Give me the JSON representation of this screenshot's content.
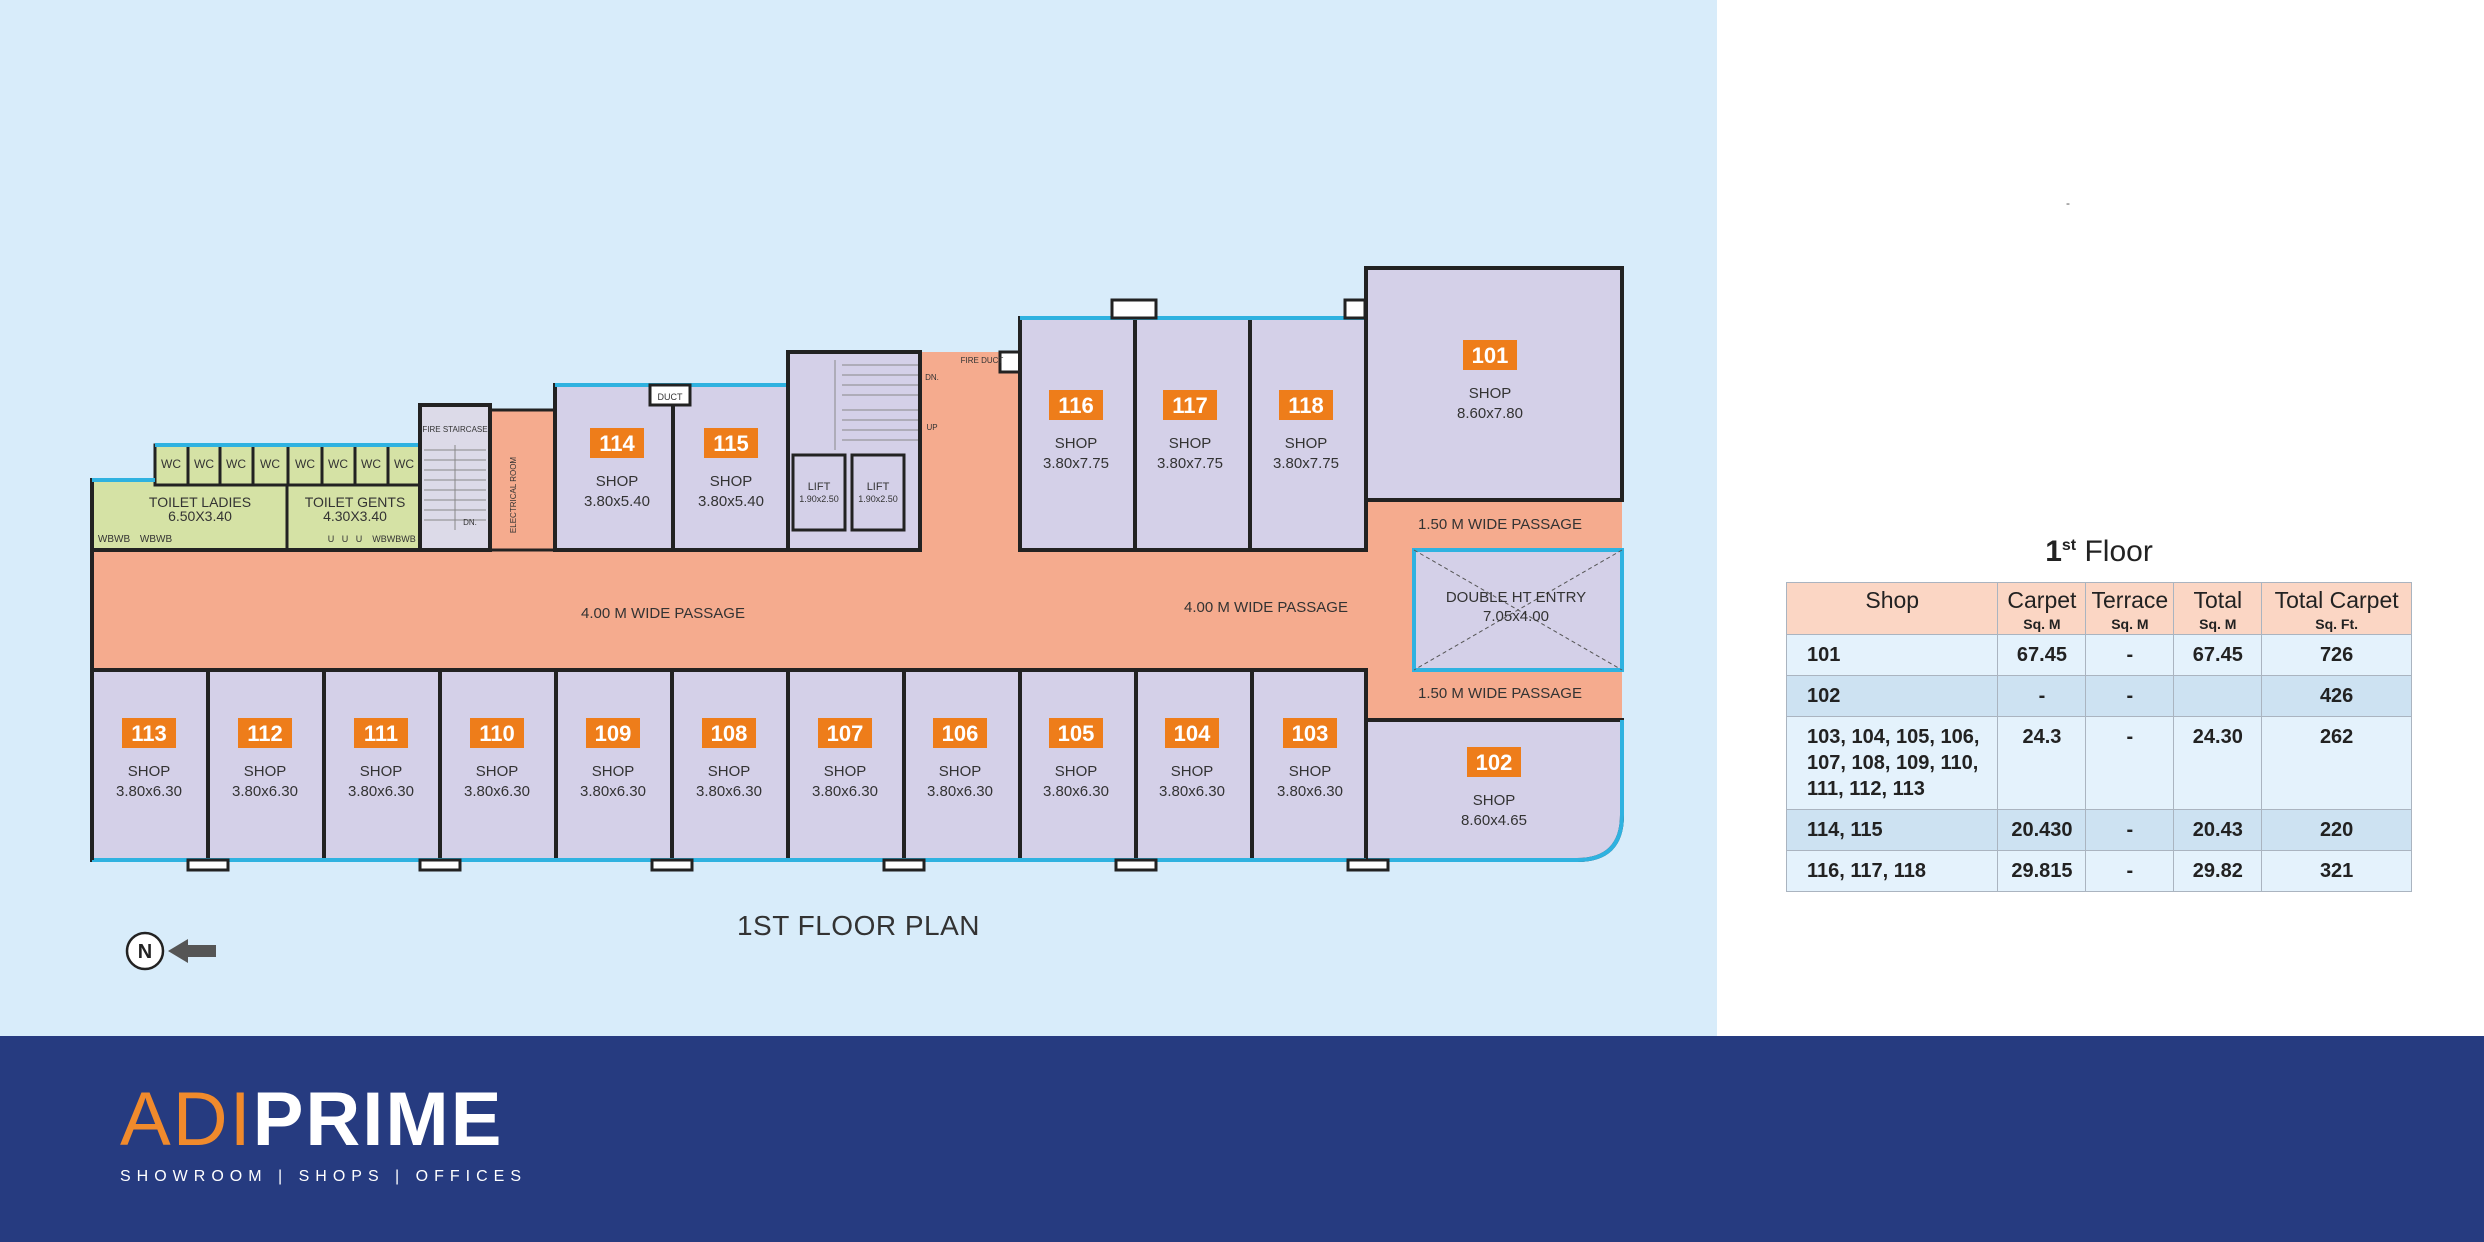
{
  "plan": {
    "title": "1ST FLOOR PLAN",
    "shops": [
      {
        "no": "101",
        "label": "SHOP",
        "size": "8.60x7.80"
      },
      {
        "no": "102",
        "label": "SHOP",
        "size": "8.60x4.65"
      },
      {
        "no": "103",
        "label": "SHOP",
        "size": "3.80x6.30"
      },
      {
        "no": "104",
        "label": "SHOP",
        "size": "3.80x6.30"
      },
      {
        "no": "105",
        "label": "SHOP",
        "size": "3.80x6.30"
      },
      {
        "no": "106",
        "label": "SHOP",
        "size": "3.80x6.30"
      },
      {
        "no": "107",
        "label": "SHOP",
        "size": "3.80x6.30"
      },
      {
        "no": "108",
        "label": "SHOP",
        "size": "3.80x6.30"
      },
      {
        "no": "109",
        "label": "SHOP",
        "size": "3.80x6.30"
      },
      {
        "no": "110",
        "label": "SHOP",
        "size": "3.80x6.30"
      },
      {
        "no": "111",
        "label": "SHOP",
        "size": "3.80x6.30"
      },
      {
        "no": "112",
        "label": "SHOP",
        "size": "3.80x6.30"
      },
      {
        "no": "113",
        "label": "SHOP",
        "size": "3.80x6.30"
      },
      {
        "no": "114",
        "label": "SHOP",
        "size": "3.80x5.40"
      },
      {
        "no": "115",
        "label": "SHOP",
        "size": "3.80x5.40"
      },
      {
        "no": "116",
        "label": "SHOP",
        "size": "3.80x7.75"
      },
      {
        "no": "117",
        "label": "SHOP",
        "size": "3.80x7.75"
      },
      {
        "no": "118",
        "label": "SHOP",
        "size": "3.80x7.75"
      }
    ],
    "labels": {
      "passage_main_left": "4.00 M WIDE PASSAGE",
      "passage_main_right": "4.00 M WIDE PASSAGE",
      "passage_top": "1.50 M WIDE PASSAGE",
      "passage_bottom": "1.50 M WIDE PASSAGE",
      "entry_title": "DOUBLE HT ENTRY",
      "entry_size": "7.05x4.00",
      "toilet_ladies": "TOILET LADIES",
      "toilet_ladies_size": "6.50X3.40",
      "toilet_gents": "TOILET GENTS",
      "toilet_gents_size": "4.30X3.40",
      "wc": "WC",
      "wb_left": "WBWB",
      "wb_left2": "WBWB",
      "wb_right": "WBWBWB",
      "urinal": "U",
      "fire_staircase": "FIRE STAIRCASE",
      "electrical_room": "ELECTRICAL ROOM",
      "lift": "LIFT",
      "lift_size": "1.90x2.50",
      "duct": "DUCT",
      "fire_duct": "FIRE DUCT",
      "dn": "DN.",
      "up": "UP",
      "north": "N"
    }
  },
  "table": {
    "heading_num": "1",
    "heading_sup": "st",
    "heading_word": "Floor",
    "columns": [
      {
        "label": "Shop",
        "unit": ""
      },
      {
        "label": "Carpet",
        "unit": "Sq. M"
      },
      {
        "label": "Terrace",
        "unit": "Sq. M"
      },
      {
        "label": "Total",
        "unit": "Sq. M"
      },
      {
        "label": "Total Carpet",
        "unit": "Sq. Ft."
      }
    ],
    "rows": [
      {
        "shop": "101",
        "carpet": "67.45",
        "terrace": "-",
        "total": "67.45",
        "total_carpet": "726"
      },
      {
        "shop": "102",
        "carpet": "-",
        "terrace": "-",
        "total": "",
        "total_carpet": "426"
      },
      {
        "shop": "103, 104, 105, 106, 107, 108, 109, 110, 111, 112, 113",
        "carpet": "24.3",
        "terrace": "-",
        "total": "24.30",
        "total_carpet": "262"
      },
      {
        "shop": "114, 115",
        "carpet": "20.430",
        "terrace": "-",
        "total": "20.43",
        "total_carpet": "220"
      },
      {
        "shop": "116, 117, 118",
        "carpet": "29.815",
        "terrace": "-",
        "total": "29.82",
        "total_carpet": "321"
      }
    ]
  },
  "brand": {
    "name_part1": "ADI",
    "name_part2": "PRIME",
    "tagline": "SHOWROOM | SHOPS | OFFICES"
  },
  "colors": {
    "background": "#d8ecfa",
    "shop_fill": "#d4d0e8",
    "passage_fill": "#f5ab8e",
    "toilet_fill": "#d5e2a5",
    "shop_number_bg": "#ee7d1a",
    "wall": "#222222",
    "glazing": "#2fb2e0",
    "footer": "#263b80",
    "brand_orange": "#f08a2c",
    "table_header": "#fbd6c4"
  }
}
